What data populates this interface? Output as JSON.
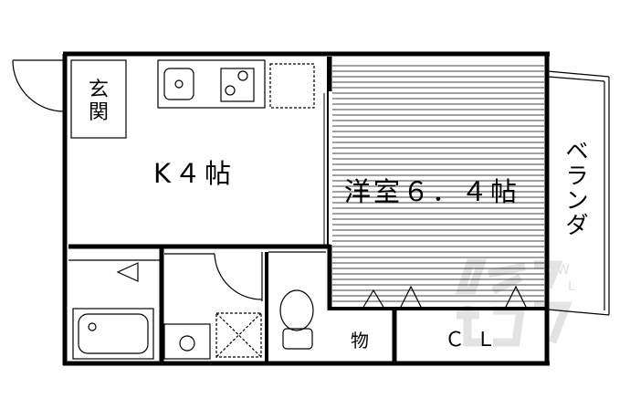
{
  "rooms": {
    "genkan": "玄関",
    "kitchen": "K４帖",
    "western_room": "洋室６．４帖",
    "storage": "物",
    "closet": "ＣＬ",
    "veranda": "ベランダ"
  },
  "colors": {
    "line": "#000000",
    "background": "#ffffff",
    "watermark": "#e8e8e8"
  }
}
